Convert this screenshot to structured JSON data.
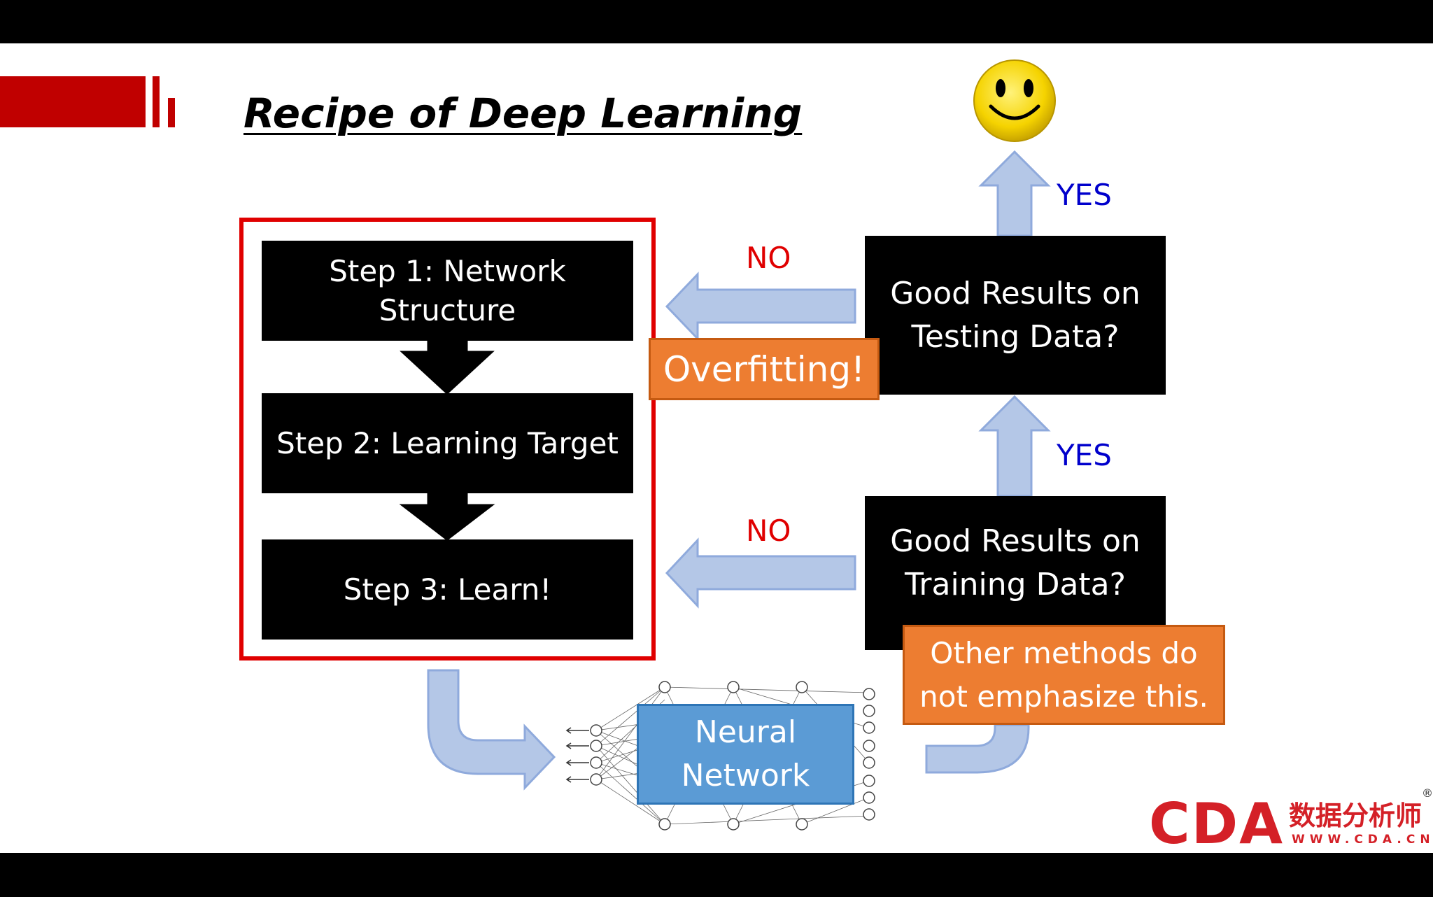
{
  "slide": {
    "title": "Recipe of Deep Learning"
  },
  "steps": [
    {
      "label": "Step 1: Network Structure"
    },
    {
      "label": "Step 2: Learning Target"
    },
    {
      "label": "Step 3: Learn!"
    }
  ],
  "decisions": {
    "testing": "Good Results on Testing Data?",
    "training": "Good Results on Training Data?"
  },
  "callouts": {
    "overfitting": "Overfitting!",
    "other_methods": "Other methods do not emphasize this."
  },
  "branch_labels": {
    "no_top": "NO",
    "no_bottom": "NO",
    "yes_top": "YES",
    "yes_bottom": "YES"
  },
  "neural_network": {
    "label": "Neural Network"
  },
  "icons": {
    "success": "smiley-face-icon"
  },
  "logo": {
    "brand": "CDA",
    "chinese": "数据分析师",
    "url": "WWW.CDA.CN",
    "registered": "®"
  },
  "colors": {
    "red_accent": "#c00000",
    "frame_red": "#e00000",
    "orange": "#ed7d31",
    "arrow_blue": "#b4c7e7",
    "nn_blue": "#5b9bd5",
    "yes_blue": "#0000cc"
  }
}
